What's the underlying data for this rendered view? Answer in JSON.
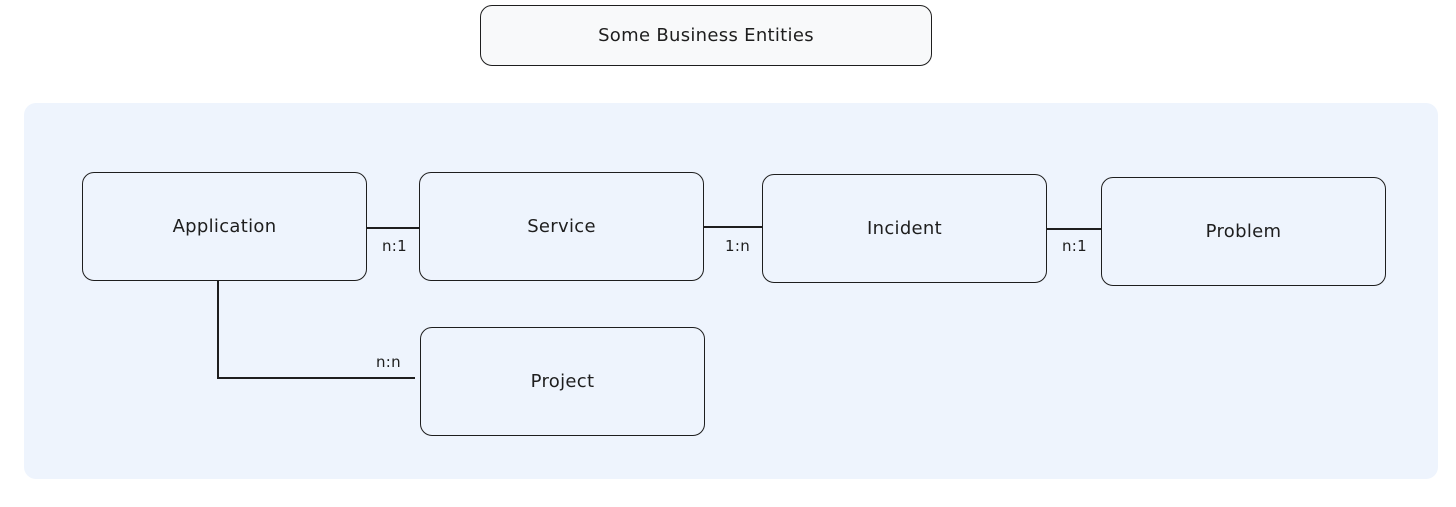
{
  "title": "Some Business Entities",
  "entities": {
    "application": "Application",
    "service": "Service",
    "incident": "Incident",
    "problem": "Problem",
    "project": "Project"
  },
  "relations": {
    "application_service": "n:1",
    "service_incident": "1:n",
    "incident_problem": "n:1",
    "application_project": "n:n"
  }
}
